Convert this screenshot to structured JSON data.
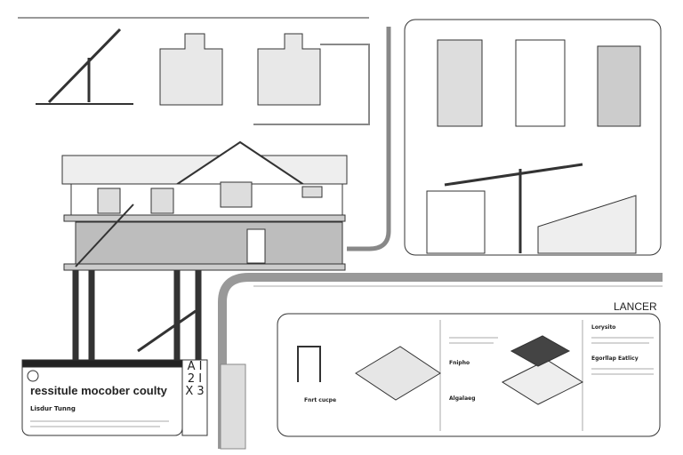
{
  "title_block": {
    "title": "ressitule mocober coulty",
    "subtitle": "Lisdur Tunng",
    "sheet_code": "A I 2 I X 3"
  },
  "brand": "LANCER",
  "panel_bottom": {
    "headings": [
      "Fnipho",
      "Algalaeg",
      "Lorysito",
      "Egorllap Eatlicy",
      "Fnrt cucpe"
    ]
  },
  "colors": {
    "line": "#333333",
    "paper": "#ffffff",
    "shade": "#bdbdbd"
  }
}
